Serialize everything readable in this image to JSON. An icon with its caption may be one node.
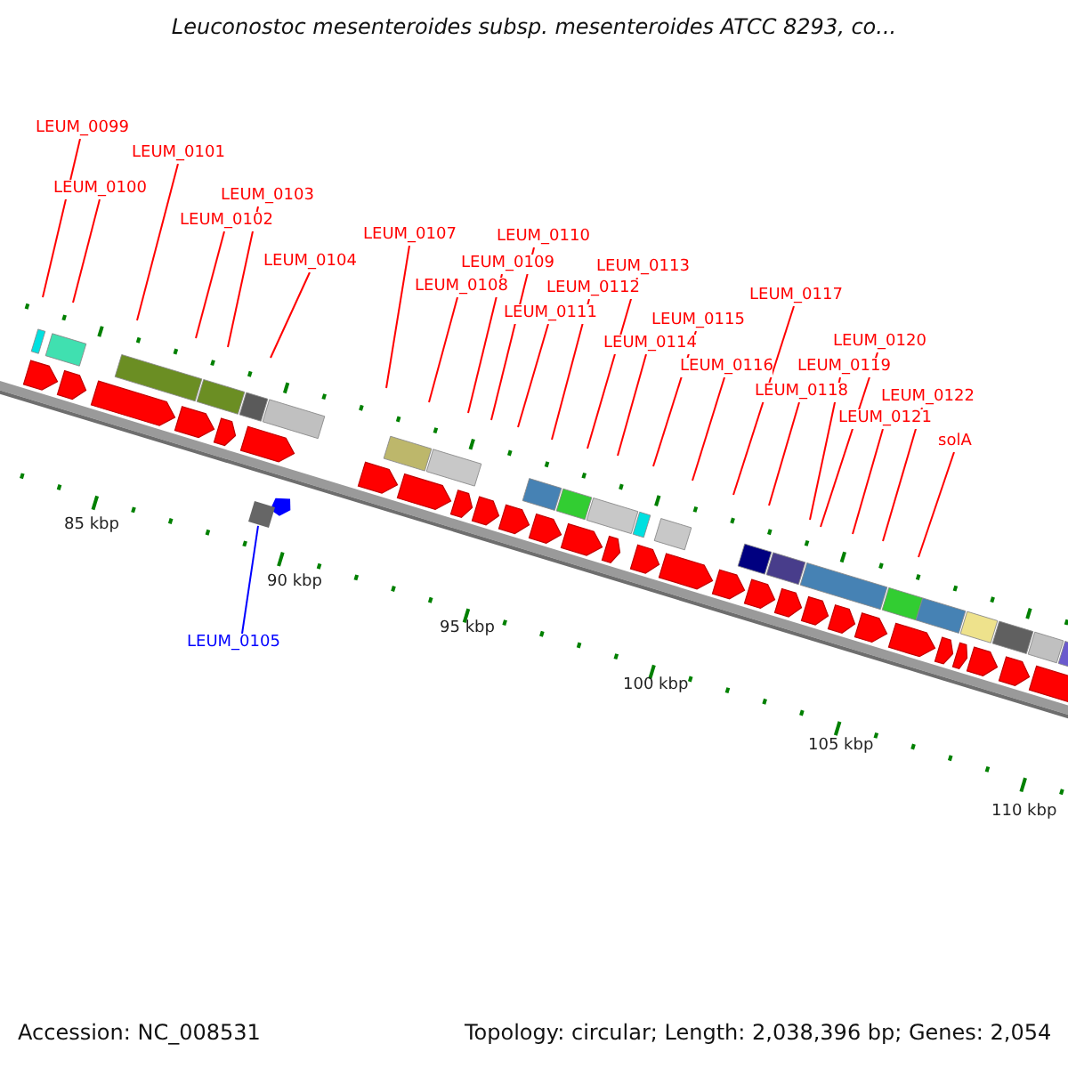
{
  "diagram": {
    "title": "Leuconostoc mesenteroides subsp. mesenteroides ATCC 8293, co...",
    "nodes": [
      {
        "text": [
          "LEUM_0099"
        ]
      },
      {
        "text": [
          "LEUM_0100"
        ]
      },
      {
        "text": [
          "LEUM_0101"
        ]
      },
      {
        "text": [
          "LEUM_0102"
        ]
      },
      {
        "text": [
          "LEUM_0103"
        ]
      },
      {
        "text": [
          "LEUM_0104"
        ]
      },
      {
        "text": [
          "LEUM_0107"
        ]
      },
      {
        "text": [
          "LEUM_0108"
        ]
      },
      {
        "text": [
          "LEUM_0109"
        ]
      },
      {
        "text": [
          "LEUM_0110"
        ]
      },
      {
        "text": [
          "LEUM_0111"
        ]
      },
      {
        "text": [
          "LEUM_0112"
        ]
      },
      {
        "text": [
          "LEUM_0113"
        ]
      },
      {
        "text": [
          "LEUM_0114"
        ]
      },
      {
        "text": [
          "LEUM_0115"
        ]
      },
      {
        "text": [
          "LEUM_0116"
        ]
      },
      {
        "text": [
          "LEUM_0117"
        ]
      },
      {
        "text": [
          "LEUM_0118"
        ]
      },
      {
        "text": [
          "LEUM_0119"
        ]
      },
      {
        "text": [
          "LEUM_0120"
        ]
      },
      {
        "text": [
          "LEUM_0121"
        ]
      },
      {
        "text": [
          "LEUM_0122"
        ]
      },
      {
        "text": [
          "solA"
        ]
      },
      {
        "text": [
          "LEUM_0105"
        ]
      },
      {
        "text": [],
        "shape": "box"
      }
    ],
    "edges": [
      {
        "from": 0,
        "to": null,
        "arrow": "none"
      },
      {
        "from": 1,
        "to": null,
        "arrow": "none"
      },
      {
        "from": 2,
        "to": null,
        "arrow": "none"
      },
      {
        "from": 3,
        "to": null,
        "arrow": "none"
      },
      {
        "from": 4,
        "to": null,
        "arrow": "none"
      },
      {
        "from": 5,
        "to": null,
        "arrow": "none"
      },
      {
        "from": 6,
        "to": null,
        "arrow": "none"
      },
      {
        "from": 7,
        "to": null,
        "arrow": "none"
      },
      {
        "from": 8,
        "to": null,
        "arrow": "none"
      },
      {
        "from": 9,
        "to": null,
        "arrow": "none"
      },
      {
        "from": 10,
        "to": null,
        "arrow": "none"
      },
      {
        "from": 11,
        "to": null,
        "arrow": "none"
      },
      {
        "from": 12,
        "to": null,
        "arrow": "none"
      },
      {
        "from": 13,
        "to": null,
        "arrow": "none"
      },
      {
        "from": 14,
        "to": null,
        "arrow": "none"
      },
      {
        "from": 15,
        "to": null,
        "arrow": "none"
      },
      {
        "from": 16,
        "to": null,
        "arrow": "none"
      },
      {
        "from": 17,
        "to": null,
        "arrow": "none"
      },
      {
        "from": 18,
        "to": null,
        "arrow": "none"
      },
      {
        "from": 19,
        "to": null,
        "arrow": "none"
      },
      {
        "from": 20,
        "to": null,
        "arrow": "none"
      },
      {
        "from": 21,
        "to": null,
        "arrow": "none"
      },
      {
        "from": 22,
        "to": null,
        "arrow": "none"
      },
      {
        "from": 23,
        "to": 24,
        "arrow": "none",
        "color": "#0000ff"
      }
    ],
    "labels": [
      "85 kbp",
      "90 kbp",
      "95 kbp",
      "100 kbp",
      "105 kbp",
      "110 kbp",
      "Accession: NC_008531",
      "Topology: circular; Length: 2,038,396 bp; Genes: 2,054"
    ]
  }
}
